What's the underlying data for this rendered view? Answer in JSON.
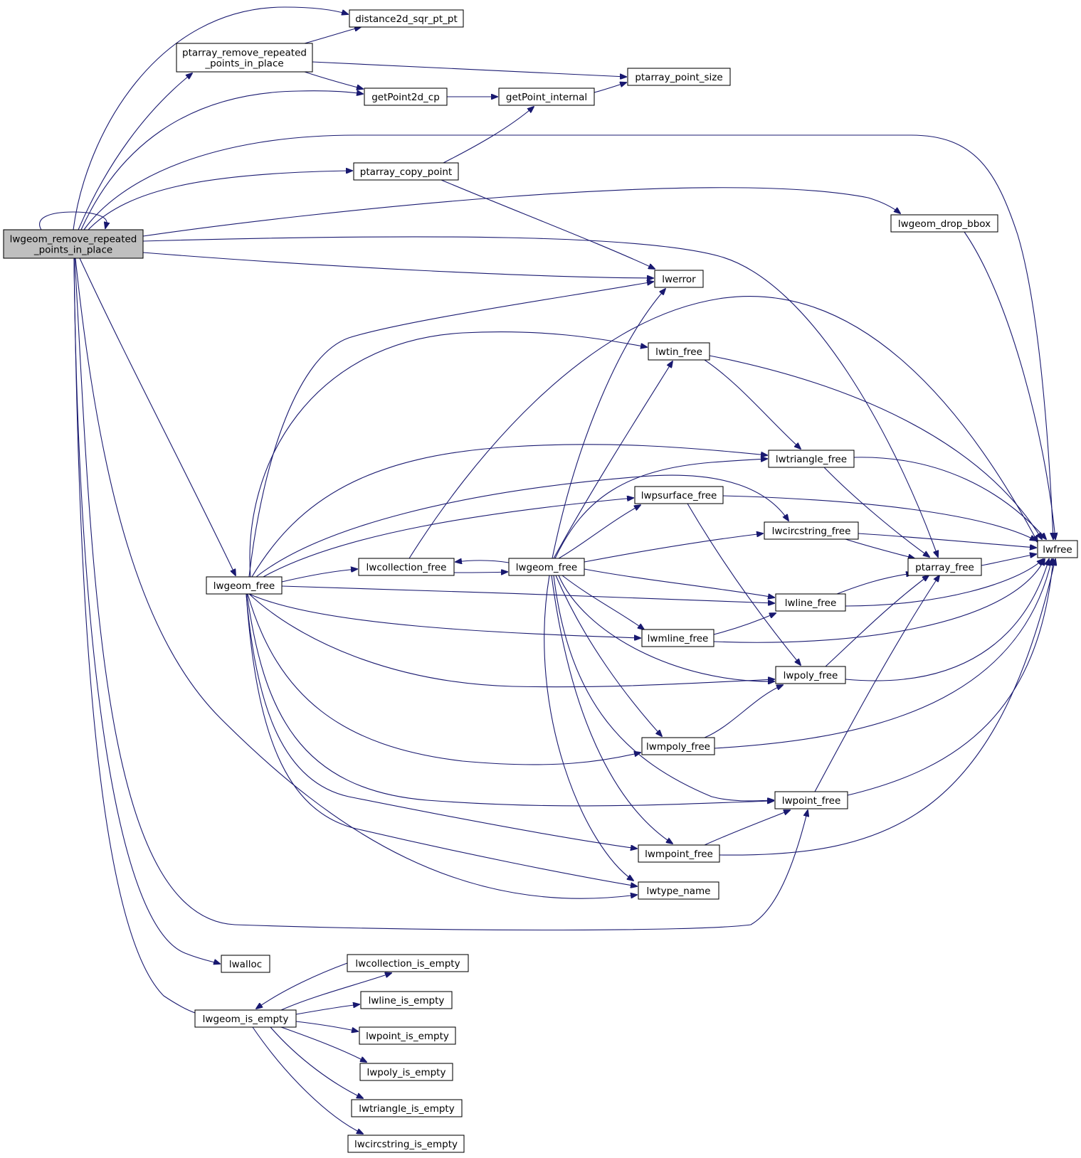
{
  "colors": {
    "edge": "#191970",
    "node_fill": "#ffffff",
    "root_fill": "#bfbfbf",
    "node_stroke": "#000000"
  },
  "nodes": {
    "root": {
      "lines": [
        "lwgeom_remove_repeated",
        "_points_in_place"
      ]
    },
    "distance2d_sqr_pt_pt": {
      "lines": [
        "distance2d_sqr_pt_pt"
      ]
    },
    "ptarray_remove_repeated": {
      "lines": [
        "ptarray_remove_repeated",
        "_points_in_place"
      ]
    },
    "ptarray_point_size": {
      "lines": [
        "ptarray_point_size"
      ]
    },
    "getPoint2d_cp": {
      "lines": [
        "getPoint2d_cp"
      ]
    },
    "getPoint_internal": {
      "lines": [
        "getPoint_internal"
      ]
    },
    "ptarray_copy_point": {
      "lines": [
        "ptarray_copy_point"
      ]
    },
    "lwgeom_drop_bbox": {
      "lines": [
        "lwgeom_drop_bbox"
      ]
    },
    "lwerror": {
      "lines": [
        "lwerror"
      ]
    },
    "lwtin_free": {
      "lines": [
        "lwtin_free"
      ]
    },
    "lwtriangle_free": {
      "lines": [
        "lwtriangle_free"
      ]
    },
    "lwpsurface_free": {
      "lines": [
        "lwpsurface_free"
      ]
    },
    "lwcircstring_free": {
      "lines": [
        "lwcircstring_free"
      ]
    },
    "lwfree": {
      "lines": [
        "lwfree"
      ]
    },
    "lwcollection_free": {
      "lines": [
        "lwcollection_free"
      ]
    },
    "lwgeom_free_inner": {
      "lines": [
        "lwgeom_free"
      ]
    },
    "ptarray_free": {
      "lines": [
        "ptarray_free"
      ]
    },
    "lwgeom_free": {
      "lines": [
        "lwgeom_free"
      ]
    },
    "lwline_free": {
      "lines": [
        "lwline_free"
      ]
    },
    "lwmline_free": {
      "lines": [
        "lwmline_free"
      ]
    },
    "lwpoly_free": {
      "lines": [
        "lwpoly_free"
      ]
    },
    "lwmpoly_free": {
      "lines": [
        "lwmpoly_free"
      ]
    },
    "lwpoint_free": {
      "lines": [
        "lwpoint_free"
      ]
    },
    "lwmpoint_free": {
      "lines": [
        "lwmpoint_free"
      ]
    },
    "lwtype_name": {
      "lines": [
        "lwtype_name"
      ]
    },
    "lwalloc": {
      "lines": [
        "lwalloc"
      ]
    },
    "lwcollection_is_empty": {
      "lines": [
        "lwcollection_is_empty"
      ]
    },
    "lwline_is_empty": {
      "lines": [
        "lwline_is_empty"
      ]
    },
    "lwgeom_is_empty": {
      "lines": [
        "lwgeom_is_empty"
      ]
    },
    "lwpoint_is_empty": {
      "lines": [
        "lwpoint_is_empty"
      ]
    },
    "lwpoly_is_empty": {
      "lines": [
        "lwpoly_is_empty"
      ]
    },
    "lwtriangle_is_empty": {
      "lines": [
        "lwtriangle_is_empty"
      ]
    },
    "lwcircstring_is_empty": {
      "lines": [
        "lwcircstring_is_empty"
      ]
    }
  },
  "edges": [
    [
      "root",
      "root"
    ],
    [
      "root",
      "distance2d_sqr_pt_pt"
    ],
    [
      "root",
      "ptarray_remove_repeated"
    ],
    [
      "root",
      "getPoint2d_cp"
    ],
    [
      "root",
      "lwfree"
    ],
    [
      "root",
      "ptarray_copy_point"
    ],
    [
      "root",
      "lwgeom_drop_bbox"
    ],
    [
      "root",
      "ptarray_free"
    ],
    [
      "root",
      "lwerror"
    ],
    [
      "root",
      "lwgeom_free"
    ],
    [
      "root",
      "lwtype_name"
    ],
    [
      "root",
      "lwpoint_free"
    ],
    [
      "root",
      "lwalloc"
    ],
    [
      "root",
      "lwgeom_is_empty"
    ],
    [
      "ptarray_remove_repeated",
      "distance2d_sqr_pt_pt"
    ],
    [
      "ptarray_remove_repeated",
      "ptarray_point_size"
    ],
    [
      "ptarray_remove_repeated",
      "getPoint2d_cp"
    ],
    [
      "getPoint2d_cp",
      "getPoint_internal"
    ],
    [
      "getPoint_internal",
      "ptarray_point_size"
    ],
    [
      "ptarray_copy_point",
      "getPoint_internal"
    ],
    [
      "ptarray_copy_point",
      "lwerror"
    ],
    [
      "lwgeom_drop_bbox",
      "lwfree"
    ],
    [
      "lwgeom_free",
      "lwerror"
    ],
    [
      "lwgeom_free",
      "lwtin_free"
    ],
    [
      "lwgeom_free",
      "lwtriangle_free"
    ],
    [
      "lwgeom_free",
      "lwpsurface_free"
    ],
    [
      "lwgeom_free",
      "lwcircstring_free"
    ],
    [
      "lwgeom_free",
      "lwcollection_free"
    ],
    [
      "lwgeom_free",
      "lwline_free"
    ],
    [
      "lwgeom_free",
      "lwmline_free"
    ],
    [
      "lwgeom_free",
      "lwpoly_free"
    ],
    [
      "lwgeom_free",
      "lwmpoly_free"
    ],
    [
      "lwgeom_free",
      "lwpoint_free"
    ],
    [
      "lwgeom_free",
      "lwmpoint_free"
    ],
    [
      "lwgeom_free",
      "lwtype_name"
    ],
    [
      "lwcollection_free",
      "lwfree"
    ],
    [
      "lwcollection_free",
      "lwgeom_free_inner"
    ],
    [
      "lwgeom_free_inner",
      "lwcollection_free"
    ],
    [
      "lwgeom_free_inner",
      "lwerror"
    ],
    [
      "lwgeom_free_inner",
      "lwtin_free"
    ],
    [
      "lwgeom_free_inner",
      "lwtriangle_free"
    ],
    [
      "lwgeom_free_inner",
      "lwpsurface_free"
    ],
    [
      "lwgeom_free_inner",
      "lwcircstring_free"
    ],
    [
      "lwgeom_free_inner",
      "lwline_free"
    ],
    [
      "lwgeom_free_inner",
      "lwmline_free"
    ],
    [
      "lwgeom_free_inner",
      "lwpoly_free"
    ],
    [
      "lwgeom_free_inner",
      "lwmpoly_free"
    ],
    [
      "lwgeom_free_inner",
      "lwpoint_free"
    ],
    [
      "lwgeom_free_inner",
      "lwmpoint_free"
    ],
    [
      "lwgeom_free_inner",
      "lwtype_name"
    ],
    [
      "lwtin_free",
      "lwtriangle_free"
    ],
    [
      "lwtin_free",
      "lwfree"
    ],
    [
      "lwtriangle_free",
      "ptarray_free"
    ],
    [
      "lwtriangle_free",
      "lwfree"
    ],
    [
      "lwpsurface_free",
      "lwpoly_free"
    ],
    [
      "lwpsurface_free",
      "lwfree"
    ],
    [
      "lwcircstring_free",
      "ptarray_free"
    ],
    [
      "lwcircstring_free",
      "lwfree"
    ],
    [
      "ptarray_free",
      "lwfree"
    ],
    [
      "lwline_free",
      "ptarray_free"
    ],
    [
      "lwline_free",
      "lwfree"
    ],
    [
      "lwmline_free",
      "lwline_free"
    ],
    [
      "lwmline_free",
      "lwfree"
    ],
    [
      "lwpoly_free",
      "ptarray_free"
    ],
    [
      "lwpoly_free",
      "lwfree"
    ],
    [
      "lwmpoly_free",
      "lwpoly_free"
    ],
    [
      "lwmpoly_free",
      "lwfree"
    ],
    [
      "lwpoint_free",
      "ptarray_free"
    ],
    [
      "lwpoint_free",
      "lwfree"
    ],
    [
      "lwmpoint_free",
      "lwpoint_free"
    ],
    [
      "lwmpoint_free",
      "lwfree"
    ],
    [
      "lwgeom_is_empty",
      "lwcollection_is_empty"
    ],
    [
      "lwcollection_is_empty",
      "lwgeom_is_empty"
    ],
    [
      "lwgeom_is_empty",
      "lwline_is_empty"
    ],
    [
      "lwgeom_is_empty",
      "lwpoint_is_empty"
    ],
    [
      "lwgeom_is_empty",
      "lwpoly_is_empty"
    ],
    [
      "lwgeom_is_empty",
      "lwtriangle_is_empty"
    ],
    [
      "lwgeom_is_empty",
      "lwcircstring_is_empty"
    ]
  ]
}
